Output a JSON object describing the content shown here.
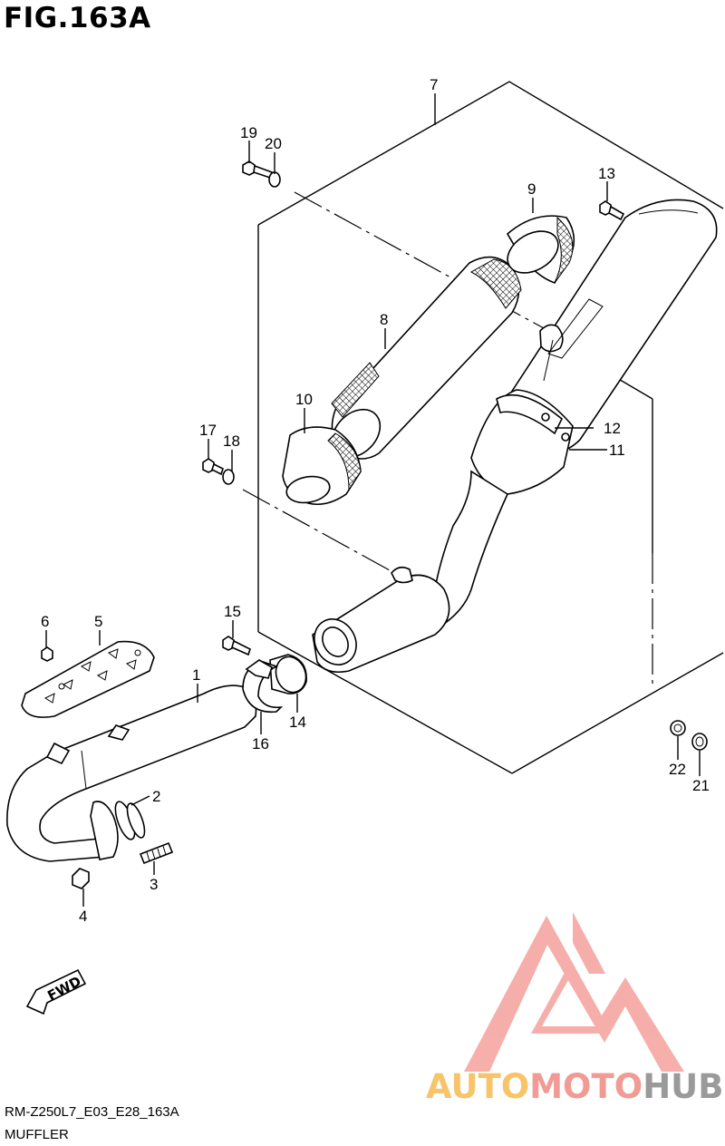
{
  "figure": {
    "title": "FIG.163A",
    "code": "RM-Z250L7_E03_E28_163A",
    "caption": "MUFFLER"
  },
  "fwd_label": "FWD",
  "watermark": {
    "word1": "AUTO",
    "word2": "MOTO",
    "word3": "HUB",
    "colors": {
      "auto": "#f7c46a",
      "moto": "#f29a94",
      "hub": "#9a9a9a",
      "triangle": "#f2938c"
    }
  },
  "callouts": [
    {
      "id": "c1",
      "label": "1"
    },
    {
      "id": "c2",
      "label": "2"
    },
    {
      "id": "c3",
      "label": "3"
    },
    {
      "id": "c4",
      "label": "4"
    },
    {
      "id": "c5",
      "label": "5"
    },
    {
      "id": "c6",
      "label": "6"
    },
    {
      "id": "c7",
      "label": "7"
    },
    {
      "id": "c8",
      "label": "8"
    },
    {
      "id": "c9",
      "label": "9"
    },
    {
      "id": "c10",
      "label": "10"
    },
    {
      "id": "c11",
      "label": "11"
    },
    {
      "id": "c12",
      "label": "12"
    },
    {
      "id": "c13",
      "label": "13"
    },
    {
      "id": "c14",
      "label": "14"
    },
    {
      "id": "c15",
      "label": "15"
    },
    {
      "id": "c16",
      "label": "16"
    },
    {
      "id": "c17",
      "label": "17"
    },
    {
      "id": "c18",
      "label": "18"
    },
    {
      "id": "c19",
      "label": "19"
    },
    {
      "id": "c20",
      "label": "20"
    },
    {
      "id": "c21",
      "label": "21"
    },
    {
      "id": "c22",
      "label": "22"
    }
  ]
}
